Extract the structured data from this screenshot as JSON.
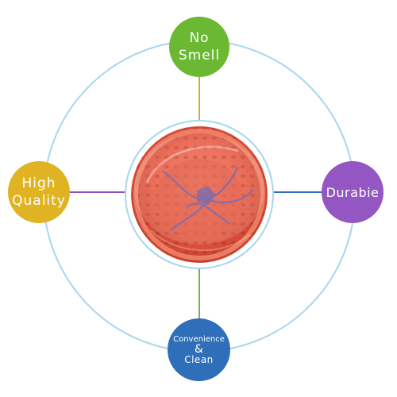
{
  "colors": {
    "ring": "#a8d6ee",
    "top": "#6bb833",
    "left": "#e0b322",
    "right": "#9356c2",
    "bottom": "#2f6fba",
    "connector_top": "#c3b333",
    "connector_left": "#8d52c0",
    "connector_right": "#2f6fba",
    "connector_bottom": "#76b53a",
    "basket": "#e8573f",
    "bag": "#7a6cb0"
  },
  "labels": {
    "top": {
      "line1": "No",
      "line2": "Smell"
    },
    "left": {
      "line1": "High",
      "line2": "Quality"
    },
    "right": {
      "line1": "Durabie"
    },
    "bottom": {
      "line1": "Convenience",
      "line2": "&",
      "line3": "Clean"
    }
  }
}
